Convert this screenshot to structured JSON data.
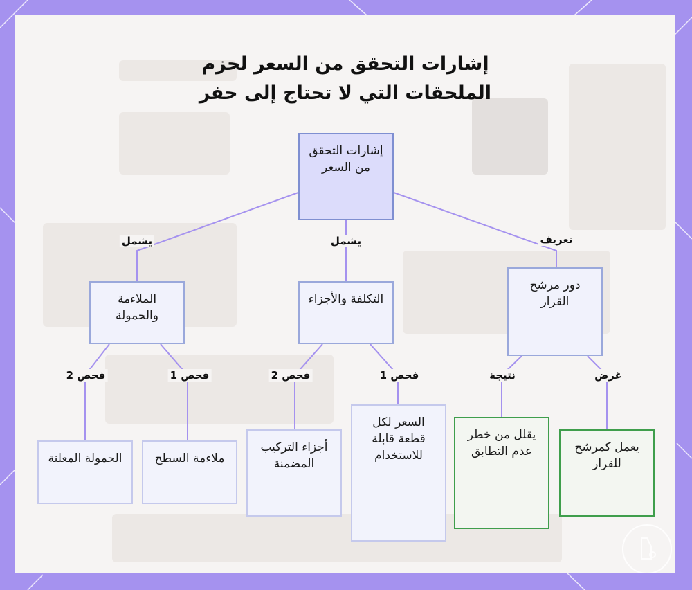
{
  "diagram": {
    "title_lines": [
      "إشارات التحقق من السعر لحزم",
      "الملحقات التي لا تحتاج إلى حفر"
    ],
    "nodes": {
      "root": "إشارات التحقق من السعر",
      "fit_load": "الملاءمة والحمولة",
      "cost_parts": "التكلفة والأجزاء",
      "decision_role": "دور مرشح القرار",
      "rated_load": "الحمولة المعلنة",
      "surface_fit": "ملاءمة السطح",
      "included_parts": "أجزاء التركيب المضمنة",
      "price_per_piece": "السعر لكل قطعة قابلة للاستخدام",
      "reduces_risk": "يقلل من خطر عدم التطابق",
      "acts_as_filter": "يعمل كمرشح للقرار"
    },
    "edge_labels": {
      "includes_fit": "يشمل",
      "includes_cost": "يشمل",
      "definition": "تعريف",
      "check2_fit": "فحص 2",
      "check1_fit": "فحص 1",
      "check2_cost": "فحص 2",
      "check1_cost": "فحص 1",
      "result": "نتيجة",
      "purpose": "غرض"
    },
    "colors": {
      "frame": "#a592ef",
      "root_fill": "#dcdcfb",
      "node_border": "#9aa8db",
      "connector": "#a592ef",
      "green_border": "#3f9e4c"
    },
    "watermark_icon": "logo-mark-icon"
  }
}
